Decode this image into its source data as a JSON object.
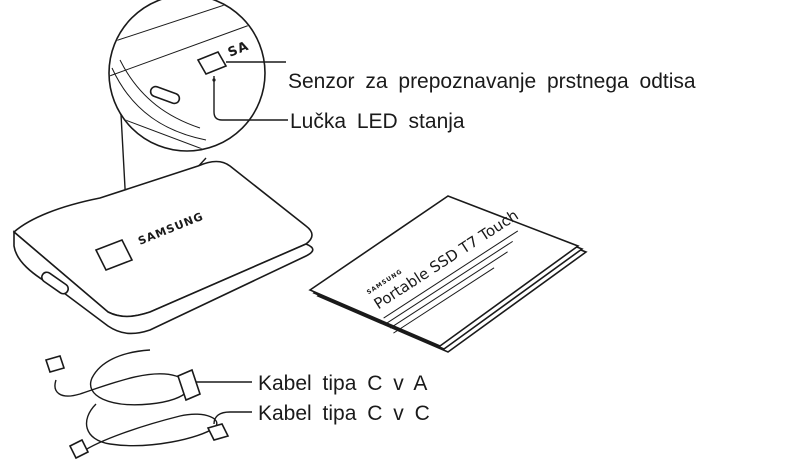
{
  "labels": {
    "fingerprint_sensor": "Senzor za prepoznavanje prstnega odtisa",
    "status_led": "Lučka LED stanja",
    "cable_c_to_a": "Kabel tipa C v A",
    "cable_c_to_c": "Kabel tipa C v C"
  },
  "device": {
    "brand": "SAMSUNG",
    "brand_zoom": "SA"
  },
  "manual": {
    "brand": "SAMSUNG",
    "title": "Portable SSD T7 Touch"
  },
  "colors": {
    "line": "#1a1a1a",
    "background": "#ffffff"
  }
}
